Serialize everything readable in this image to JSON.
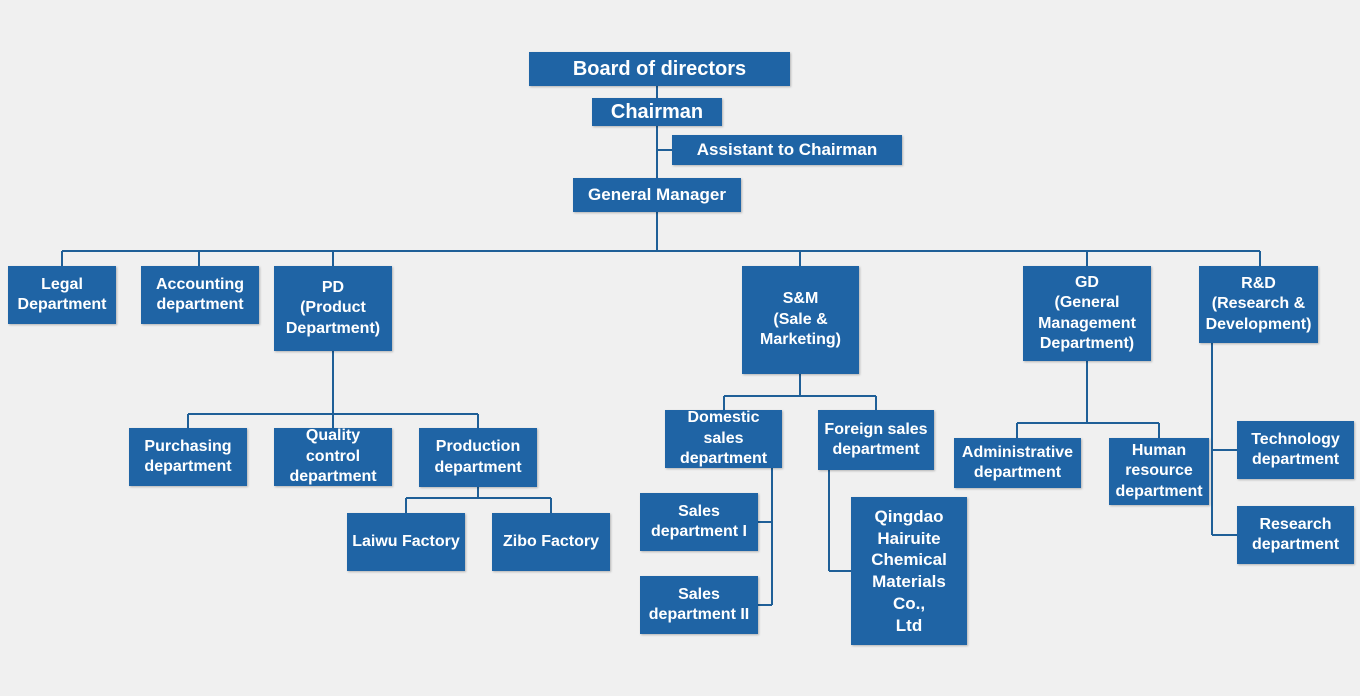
{
  "org_chart": {
    "nodes": {
      "board": "Board of directors",
      "chairman": "Chairman",
      "assistant": "Assistant to Chairman",
      "gm": "General Manager",
      "legal": "Legal\nDepartment",
      "accounting": "Accounting\ndepartment",
      "pd": "PD\n(Product\nDepartment)",
      "sm": "S&M\n(Sale &\nMarketing)",
      "gd": "GD\n(General\nManagement\nDepartment)",
      "rd": "R&D\n(Research &\nDevelopment)",
      "purchasing": "Purchasing\ndepartment",
      "quality": "Quality\ncontrol\ndepartment",
      "production": "Production\ndepartment",
      "laiwu": "Laiwu Factory",
      "zibo": "Zibo Factory",
      "domestic": "Domestic\nsales\ndepartment",
      "foreign": "Foreign sales\ndepartment",
      "sales1": "Sales\ndepartment I",
      "sales2": "Sales\ndepartment II",
      "qingdao": "Qingdao\nHairuite\nChemical\nMaterials Co.,\nLtd",
      "administrative": "Administrative\ndepartment",
      "hr": "Human\nresource\ndepartment",
      "technology": "Technology\ndepartment",
      "research": "Research\ndepartment"
    },
    "edges": [
      [
        "board",
        "chairman"
      ],
      [
        "chairman",
        "assistant"
      ],
      [
        "chairman",
        "gm"
      ],
      [
        "gm",
        "legal"
      ],
      [
        "gm",
        "accounting"
      ],
      [
        "gm",
        "pd"
      ],
      [
        "gm",
        "sm"
      ],
      [
        "gm",
        "gd"
      ],
      [
        "gm",
        "rd"
      ],
      [
        "pd",
        "purchasing"
      ],
      [
        "pd",
        "quality"
      ],
      [
        "pd",
        "production"
      ],
      [
        "production",
        "laiwu"
      ],
      [
        "production",
        "zibo"
      ],
      [
        "sm",
        "domestic"
      ],
      [
        "sm",
        "foreign"
      ],
      [
        "domestic",
        "sales1"
      ],
      [
        "domestic",
        "sales2"
      ],
      [
        "foreign",
        "qingdao"
      ],
      [
        "gd",
        "administrative"
      ],
      [
        "gd",
        "hr"
      ],
      [
        "rd",
        "technology"
      ],
      [
        "rd",
        "research"
      ]
    ]
  },
  "colors": {
    "box_fill": "#1f64a5",
    "box_text": "#ffffff",
    "connector": "#1f5f97",
    "background": "#f0f0f0"
  }
}
